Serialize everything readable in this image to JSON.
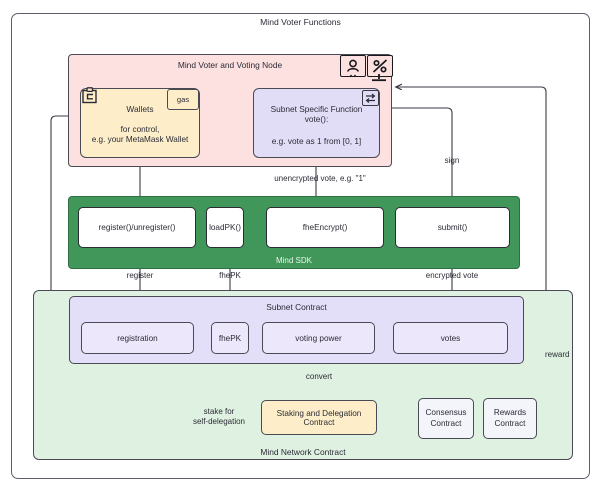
{
  "diagram": {
    "outer_title": "Mind Voter Functions",
    "voter_node": {
      "title": "Mind Voter and Voting Node",
      "badges": [
        {
          "icon": "voter-person-icon"
        },
        {
          "icon": "percent-monitor-icon"
        }
      ],
      "wallets": {
        "icon": "wallet-icon",
        "badge": "gas",
        "title": "Wallets",
        "body": "for control,\ne.g. your MetaMask Wallet"
      },
      "subnet_function": {
        "icon": "swap-arrows-icon",
        "title": "Subnet Specific Function\nvote():",
        "body": "e.g. vote as 1 from [0, 1]"
      }
    },
    "sdk": {
      "title": "Mind SDK",
      "nodes": [
        {
          "label": "register()/unregister()"
        },
        {
          "label": "loadPK()"
        },
        {
          "label": "fheEncrypt()"
        },
        {
          "label": "submit()"
        }
      ]
    },
    "network_contract": {
      "title": "Mind Network Contract",
      "subnet_contract": {
        "title": "Subnet Contract",
        "nodes": [
          {
            "label": "registration"
          },
          {
            "label": "fhePK"
          },
          {
            "label": "voting power"
          },
          {
            "label": "votes"
          }
        ]
      },
      "staking": {
        "label": "Staking and Delegation Contract"
      },
      "consensus": {
        "label": "Consensus\nContract"
      },
      "rewards": {
        "label": "Rewards\nContract"
      }
    },
    "edges": [
      {
        "id": "unencrypted-vote",
        "label": "unencrypted vote, e.g. \"1\""
      },
      {
        "id": "sign",
        "label": "sign"
      },
      {
        "id": "register",
        "label": "register"
      },
      {
        "id": "fhepk",
        "label": "fhePK"
      },
      {
        "id": "encrypted-vote",
        "label": "encrypted vote"
      },
      {
        "id": "convert",
        "label": "convert"
      },
      {
        "id": "stake-for-self-delegation",
        "label": "stake for\nself-delegation"
      },
      {
        "id": "reward",
        "label": "reward"
      }
    ],
    "colors": {
      "pink": "#fde0e0",
      "yellow": "#fdeec9",
      "purple": "#e2ddf7",
      "green": "#419659",
      "light_green": "#dff2e1",
      "lavender": "#e4dff8",
      "stroke": "#4a4a55"
    }
  }
}
